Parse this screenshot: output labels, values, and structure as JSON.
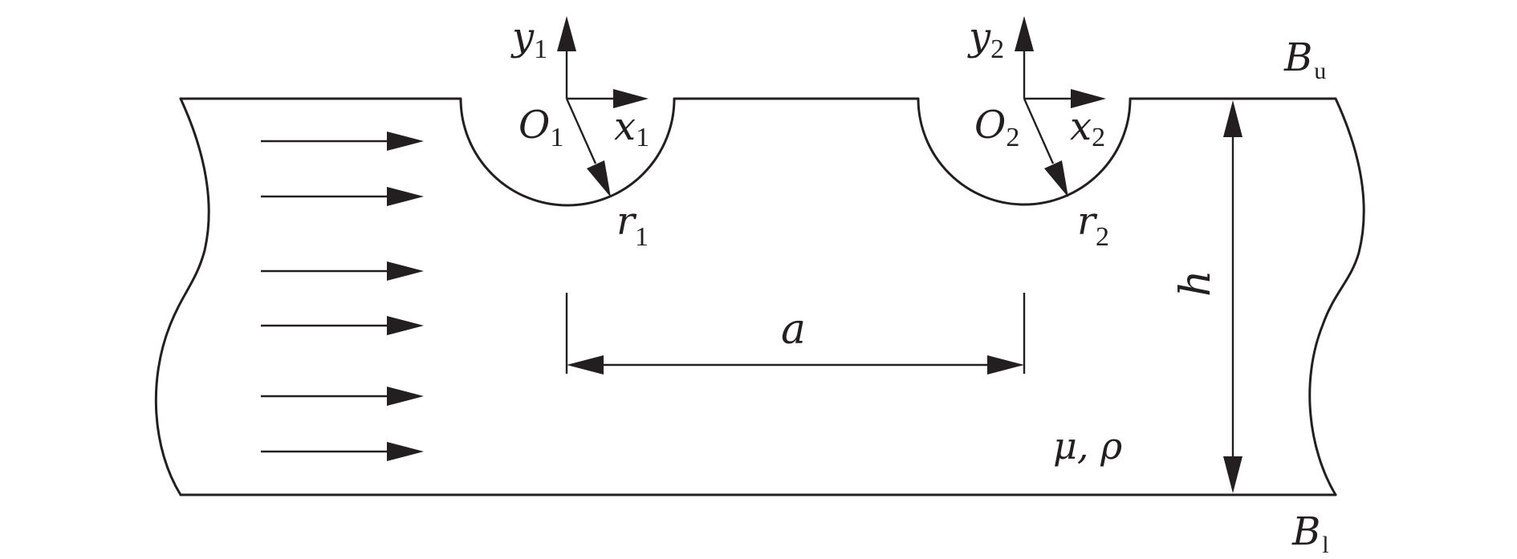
{
  "labels": {
    "y1": {
      "main": "y",
      "sub": "1"
    },
    "y2": {
      "main": "y",
      "sub": "2"
    },
    "x1": {
      "main": "x",
      "sub": "1"
    },
    "x2": {
      "main": "x",
      "sub": "2"
    },
    "o1": {
      "main": "O",
      "sub": "1"
    },
    "o2": {
      "main": "O",
      "sub": "2"
    },
    "r1": {
      "main": "r",
      "sub": "1"
    },
    "r2": {
      "main": "r",
      "sub": "2"
    },
    "bu": {
      "main": "B",
      "sub": "u"
    },
    "bl": {
      "main": "B",
      "sub": "l"
    },
    "a": "a",
    "h": "h",
    "props": "μ, ρ"
  },
  "colors": {
    "ink": "#231f20",
    "background": "#ffffff"
  }
}
